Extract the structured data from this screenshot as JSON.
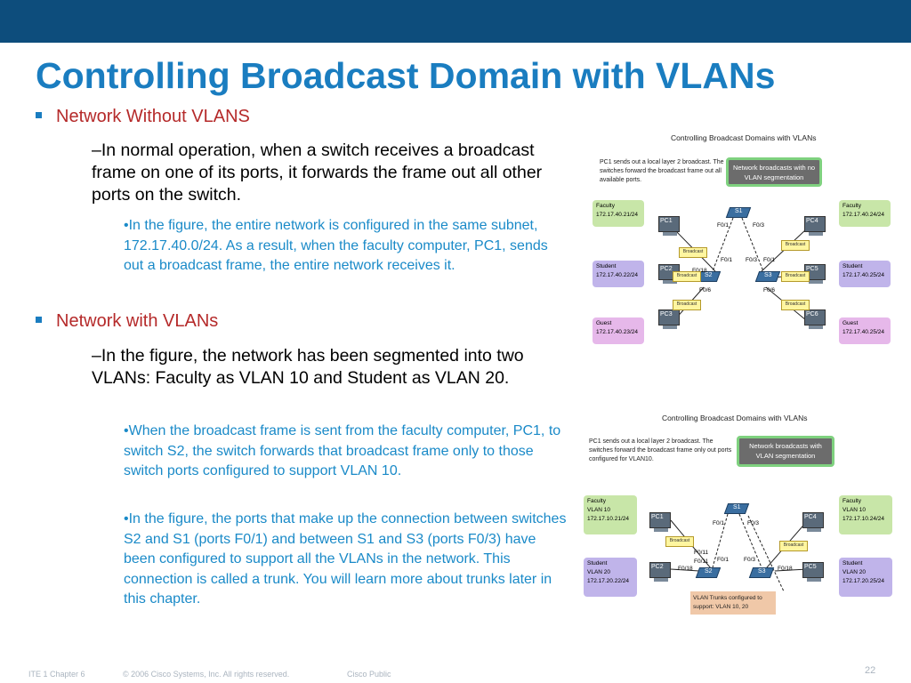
{
  "slide": {
    "title": "Controlling Broadcast Domain with VLANs",
    "bullets": [
      {
        "text": "Network Without VLANS"
      },
      {
        "text": "Network with VLANs"
      }
    ],
    "sub": [
      "–In normal operation, when a switch receives a broadcast frame on one of its ports, it forwards the frame out all other ports on the switch.",
      "–In the figure, the network has been segmented into two VLANs: Faculty as VLAN 10 and Student as VLAN 20."
    ],
    "subsub": [
      "•In the figure, the entire network is configured in the same subnet, 172.17.40.0/24. As a result, when the faculty computer, PC1, sends out a broadcast frame, the entire network receives it.",
      "•When the broadcast frame is sent from the faculty computer, PC1, to switch S2, the switch forwards that broadcast frame only to those switch ports configured to support VLAN 10.",
      "•In the figure, the ports that make up the connection between switches S2 and S1 (ports F0/1) and between S1 and S3 (ports F0/3) have been configured to support all the VLANs in the network. This connection is called a trunk. You will learn more about trunks later in this chapter."
    ]
  },
  "footer": {
    "course": "ITE 1 Chapter 6",
    "copyright": "© 2006 Cisco Systems, Inc. All rights reserved.",
    "classification": "Cisco Public",
    "page": "22"
  },
  "fig1": {
    "title": "Controlling Broadcast Domains with VLANs",
    "note": "PC1 sends out a local layer 2 broadcast. The switches forward the broadcast frame out all available ports.",
    "netbox": "Network broadcasts with no VLAN segmentation",
    "left_labels": [
      {
        "name": "Faculty",
        "ip": "172.17.40.21/24"
      },
      {
        "name": "Student",
        "ip": "172.17.40.22/24"
      },
      {
        "name": "Guest",
        "ip": "172.17.40.23/24"
      }
    ],
    "right_labels": [
      {
        "name": "Faculty",
        "ip": "172.17.40.24/24"
      },
      {
        "name": "Student",
        "ip": "172.17.40.25/24"
      },
      {
        "name": "Guest",
        "ip": "172.17.40.25/24"
      }
    ],
    "pcs": [
      "PC1",
      "PC2",
      "PC3",
      "PC4",
      "PC5",
      "PC6"
    ],
    "switches": [
      "S1",
      "S2",
      "S3"
    ],
    "ports": [
      "F0/1",
      "F0/3",
      "F0/1",
      "F0/3",
      "F0/1",
      "F0/18",
      "F0/6",
      "F0/6"
    ],
    "broadcast": "Broadcast"
  },
  "fig2": {
    "title": "Controlling Broadcast Domains with VLANs",
    "note": "PC1 sends out a local layer 2 broadcast. The switches forward the broadcast frame only out ports configured for VLAN10.",
    "netbox": "Network broadcasts with VLAN segmentation",
    "left_labels": [
      {
        "name": "Faculty",
        "vlan": "VLAN 10",
        "ip": "172.17.10.21/24"
      },
      {
        "name": "Student",
        "vlan": "VLAN 20",
        "ip": "172.17.20.22/24"
      }
    ],
    "right_labels": [
      {
        "name": "Faculty",
        "vlan": "VLAN 10",
        "ip": "172.17.10.24/24"
      },
      {
        "name": "Student",
        "vlan": "VLAN 20",
        "ip": "172.17.20.25/24"
      }
    ],
    "pcs": [
      "PC1",
      "PC2",
      "PC4",
      "PC5"
    ],
    "switches": [
      "S1",
      "S2",
      "S3"
    ],
    "ports": [
      "F0/1",
      "F0/3",
      "F0/11",
      "F0/11",
      "F0/18",
      "F0/1",
      "F0/3",
      "F0/18"
    ],
    "broadcast": "Broadcast",
    "trunk": "VLAN Trunks configured to support: VLAN 10, 20"
  }
}
